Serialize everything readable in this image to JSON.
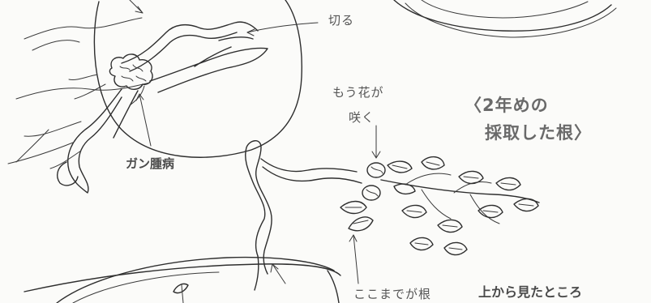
{
  "labels": {
    "cut": "切る",
    "crown_gall": "ガン腫病",
    "flowers_line1": "もう花が",
    "flowers_line2": "咲く",
    "title_line1": "〈2年めの",
    "title_line2": "採取した根〉",
    "root_up_to_here": "ここまでが根",
    "view_from_above": "上から見たところ"
  }
}
